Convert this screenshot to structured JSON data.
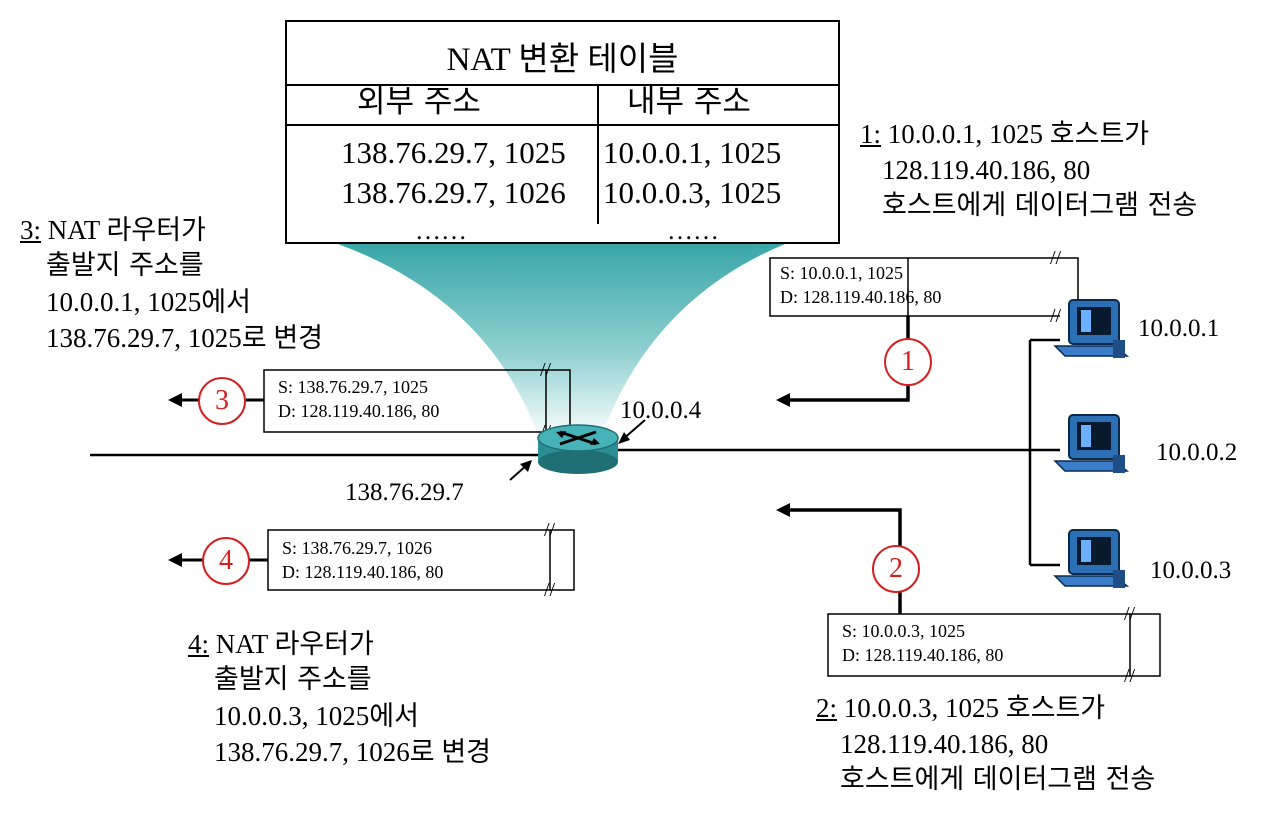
{
  "nat_table": {
    "title": "NAT 변환 테이블",
    "wan_header": "외부 주소",
    "lan_header": "내부 주소",
    "rows": [
      {
        "wan": "138.76.29.7, 1025",
        "lan": "10.0.0.1, 1025"
      },
      {
        "wan": "138.76.29.7, 1026",
        "lan": "10.0.0.3, 1025"
      }
    ],
    "ellipsis_wan": "……",
    "ellipsis_lan": "……"
  },
  "notes": {
    "step1": {
      "num": "1:",
      "line1": " 10.0.0.1, 1025 호스트가",
      "line2": "128.119.40.186, 80",
      "line3": "호스트에게 데이터그램 전송"
    },
    "step2": {
      "num": "2:",
      "line1": " 10.0.0.3, 1025 호스트가",
      "line2": "128.119.40.186, 80",
      "line3": "호스트에게 데이터그램 전송"
    },
    "step3": {
      "num": "3:",
      "line1": " NAT 라우터가",
      "line2": "출발지 주소를",
      "line3": "10.0.0.1, 1025에서",
      "line4": "138.76.29.7, 1025로 변경"
    },
    "step4": {
      "num": "4:",
      "line1": " NAT 라우터가",
      "line2": "출발지 주소를",
      "line3": "10.0.0.3, 1025에서",
      "line4": "138.76.29.7, 1026로 변경"
    }
  },
  "packets": {
    "p1": {
      "src": "S: 10.0.0.1,  1025",
      "dst": "D: 128.119.40.186,  80"
    },
    "p2": {
      "src": "S: 10.0.0.3,  1025",
      "dst": "D: 128.119.40.186,  80"
    },
    "p3": {
      "src": "S: 138.76.29.7,  1025",
      "dst": "D: 128.119.40.186,  80"
    },
    "p4": {
      "src": "S: 138.76.29.7,  1026",
      "dst": "D: 128.119.40.186,  80"
    }
  },
  "step_markers": [
    "1",
    "2",
    "3",
    "4"
  ],
  "labels": {
    "router_lan_ip": "10.0.0.4",
    "router_wan_ip": "138.76.29.7",
    "host1": "10.0.0.1",
    "host2": "10.0.0.2",
    "host3": "10.0.0.3"
  },
  "colors": {
    "marker": "#d42020",
    "router": "#2a8f95",
    "cone": "#3fa8a9",
    "computer": "#2b6fb5"
  }
}
